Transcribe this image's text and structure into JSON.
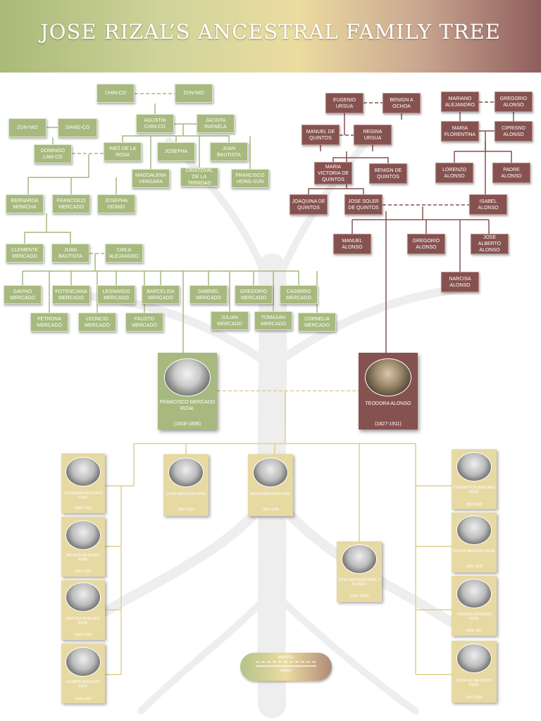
{
  "title": "JOSE RIZAL’S ANCESTRAL FAMILY TREE",
  "colors": {
    "paternal": "#a7b97e",
    "maternal": "#865250",
    "children": "#e7d9a2",
    "mother_card": "#865250",
    "father_card": "#a7b97e"
  },
  "paternal": {
    "chin_co": "CHIN-CO",
    "zun_nio_top": "ZUN-NIO",
    "zun_nio": "ZUN-NIO",
    "siang_co": "SIANG-CO",
    "agustin": "AGUSTIN CHIN-CO",
    "jacinta": "JACINTA RAFAELA",
    "domingo": "DOMINGO LAM-CO",
    "inez": "INEZ DE LA ROSA",
    "josepha": "JOSEPHA",
    "juan_bautista_1": "JUAN BAUTISTA",
    "magdalena": "MAGDALENA VERGARA",
    "cristoval": "CRISTOVAL DE LA TRINIDAD",
    "francisco_hong": "FRANCISCO HONG-SUN",
    "bernarda": "BERNARDA MONICHA",
    "francisco_mercado": "FRANCISCO MERCADO",
    "josepha_didnio": "JOSEPHA DIDNIO",
    "clemente": "CLEMENTE MERCADO",
    "juan_bautista_2": "JUAN BAUTISTA",
    "cirla": "CIRLA ALEJANDRO",
    "gavino": "GAVINO MERCADO",
    "potenciana": "POTENCIANA MERCADO",
    "leonardo": "LEONARDO MERCADO",
    "barcelisa": "BARCELISA MERCADO",
    "gabriel": "GABRIEL MERCADO",
    "gregorio_m": "GREGORIO MERCADO",
    "casimiro": "CASIMIRO MERCADO",
    "petrona": "PETRONA MERCADO",
    "leoncio": "LEONCIO MERCADO",
    "fausto": "FAUSTO MERCADO",
    "julian": "JULIAN MERCADO",
    "tomasan": "TOMASAN MERCADO",
    "cornelia": "CORNELIA MERCADO"
  },
  "maternal": {
    "eugenio": "EUGENIO URSUA",
    "benign_ochoa": "BENIGN A OCHOA",
    "mariano": "MARIANO ALEJANDRO",
    "gregorio_top": "GREGORIO ALONSO",
    "manuel_quintos": "MANUEL DE QUINTOS",
    "regina": "REGINA URSUA",
    "maria_florentina": "MARIA FLORENTINA",
    "cipriano": "CIPRISNO ALONSO",
    "maria_victoria": "MARIA VICTORIA DE QUINTOS",
    "benign_quintos": "BENIGN DE QUINTOS",
    "lorenzo": "LORENZO ALONSO",
    "padre": "PADRE ALONSO",
    "joaquina": "JOAQUINA DE QUINTOS",
    "jose_soler": "JOSE SOLER DE QUINTOS",
    "isabel": "ISABEL ALONSO",
    "manuel_alonso": "MANUEL ALONSO",
    "gregorio_alonso": "GREGORIO ALONSO",
    "jose_alberto": "JOSE ALBERTO ALONSO",
    "narcisa_alonso": "NARCISA ALONSO"
  },
  "father": {
    "name": "FRANCISCO MERCADO RIZAL",
    "years": "(1818-1898)"
  },
  "mother": {
    "name": "TEODORA ALONSO",
    "years": "(1827-1911)"
  },
  "children": {
    "saturnina": {
      "name": "SATURNINA MERCADO RIZAL",
      "years": "1850-1913"
    },
    "paciano": {
      "name": "PACIANO MERCADO RIZAL",
      "years": "1851-1930"
    },
    "narcisa": {
      "name": "NARCISA MERCADO RIZAL",
      "years": "1852-1939"
    },
    "olimpia": {
      "name": "OLIMPIA MERCADO RIZAL",
      "years": "1855-1887"
    },
    "lucia": {
      "name": "LUCIA MERCADO RIZAL",
      "years": "1857-1919"
    },
    "maria": {
      "name": "MARIA MERCADO RIZAL",
      "years": "1859-1945"
    },
    "jose": {
      "name": "JOSE MERCADO RIZAL Y ALONSO",
      "years": "(1861-1896)"
    },
    "concepcion": {
      "name": "CONCEPTION MERCADO RIZAL",
      "years": "1862-1865"
    },
    "josefa": {
      "name": "JOSEFA MERCADO RIZAL",
      "years": "1865-1945"
    },
    "trinidad": {
      "name": "TRINIDAD MERCADO RIZAL",
      "years": "1868-1951"
    },
    "soledad": {
      "name": "SOLEDAD MERCADO RIZAL",
      "years": "1870-1929"
    }
  },
  "legend": {
    "married": "MARRIED",
    "family": "FAMILY"
  }
}
